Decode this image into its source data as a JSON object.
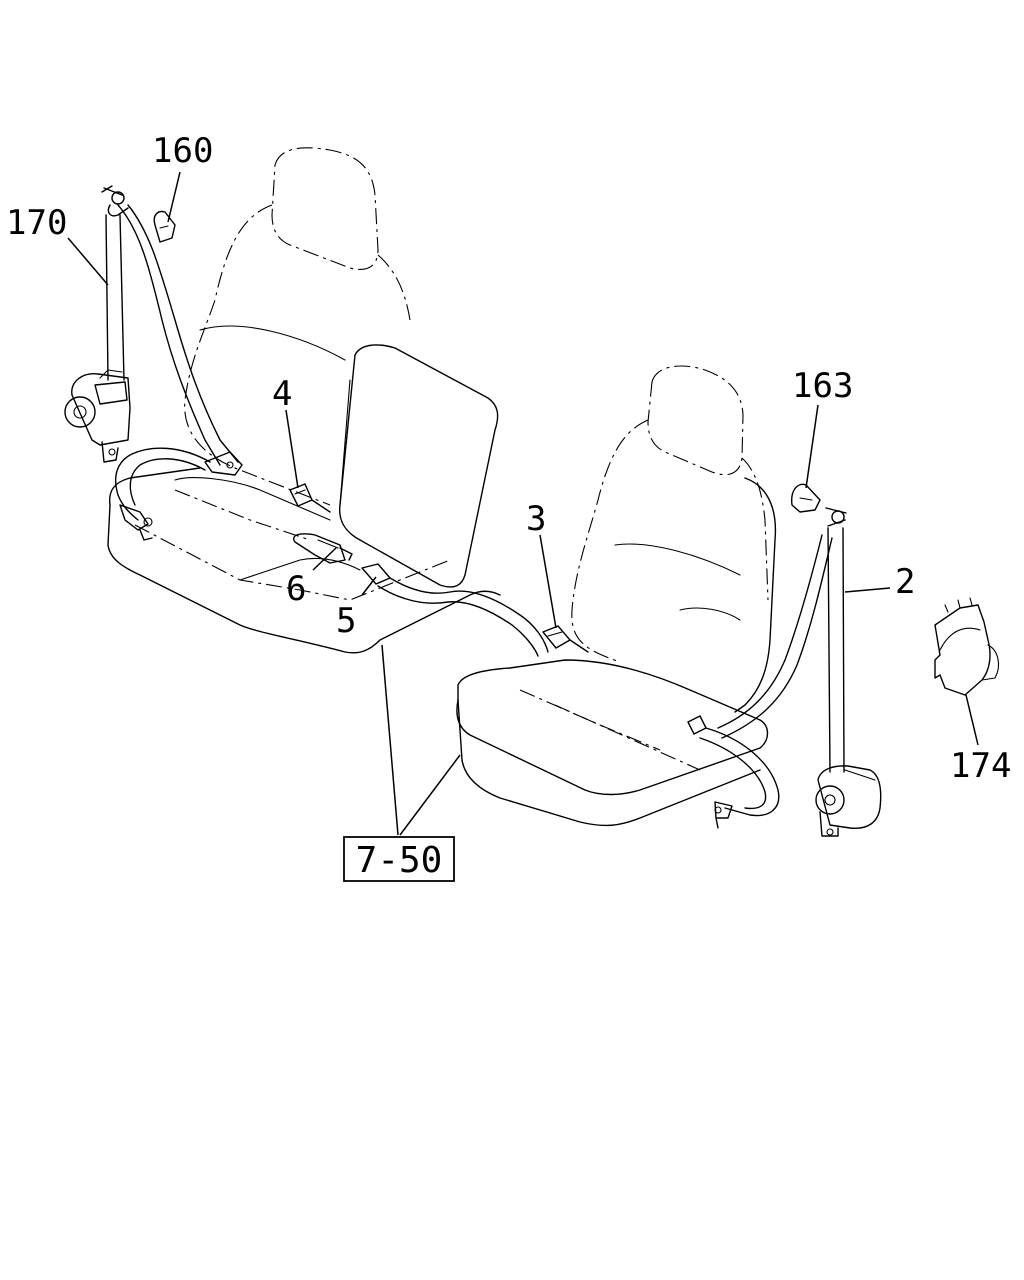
{
  "callouts": [
    {
      "id": "170",
      "label": "170"
    },
    {
      "id": "160",
      "label": "160"
    },
    {
      "id": "4",
      "label": "4"
    },
    {
      "id": "6",
      "label": "6"
    },
    {
      "id": "5",
      "label": "5"
    },
    {
      "id": "3",
      "label": "3"
    },
    {
      "id": "163",
      "label": "163"
    },
    {
      "id": "2",
      "label": "2"
    },
    {
      "id": "174",
      "label": "174"
    }
  ],
  "reference_box": {
    "label": "7-50"
  }
}
